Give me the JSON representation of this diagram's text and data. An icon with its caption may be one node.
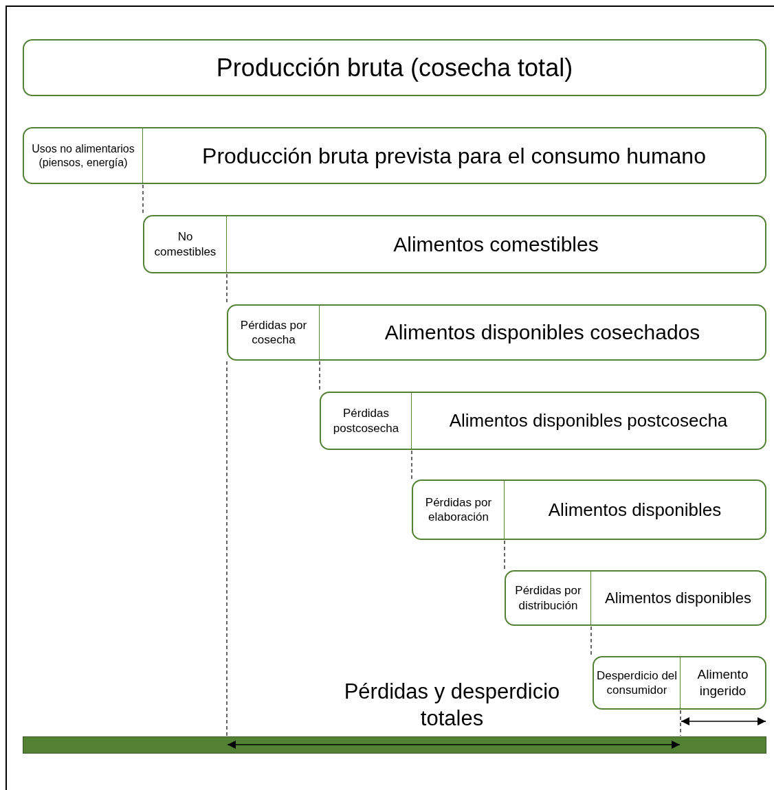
{
  "diagram": {
    "nodes": [
      {
        "text": [
          "Producción bruta (cosecha total)"
        ]
      },
      {
        "text": [
          "Usos no alimentarios (piensos, energía)",
          "Producción bruta prevista para el consumo humano"
        ]
      },
      {
        "text": [
          "No comestibles",
          "Alimentos comestibles"
        ]
      },
      {
        "text": [
          "Pérdidas por cosecha",
          "Alimentos disponibles cosechados"
        ]
      },
      {
        "text": [
          "Pérdidas postcosecha",
          "Alimentos disponibles postcosecha"
        ]
      },
      {
        "text": [
          "Pérdidas por elaboración",
          "Alimentos disponibles"
        ]
      },
      {
        "text": [
          "Pérdidas por distribución",
          "Alimentos disponibles"
        ]
      },
      {
        "text": [
          "Desperdicio del consumidor",
          "Alimento ingerido"
        ]
      },
      {
        "text": [],
        "shape": "bar"
      }
    ],
    "edges": [
      {
        "from": 1,
        "to": 2,
        "arrow": "none",
        "style": "dashed"
      },
      {
        "from": 2,
        "to": 3,
        "arrow": "none",
        "style": "dashed"
      },
      {
        "from": 3,
        "to": 4,
        "arrow": "none",
        "style": "dashed"
      },
      {
        "from": 4,
        "to": 5,
        "arrow": "none",
        "style": "dashed"
      },
      {
        "from": 5,
        "to": 6,
        "arrow": "none",
        "style": "dashed"
      },
      {
        "from": 6,
        "to": 7,
        "arrow": "none",
        "style": "dashed"
      },
      {
        "from": 3,
        "to": 8,
        "arrow": "none",
        "style": "dashed"
      },
      {
        "from": 7,
        "to": 8,
        "arrow": "none",
        "style": "dashed"
      }
    ],
    "labels": [
      "Pérdidas y desperdicio totales"
    ]
  }
}
